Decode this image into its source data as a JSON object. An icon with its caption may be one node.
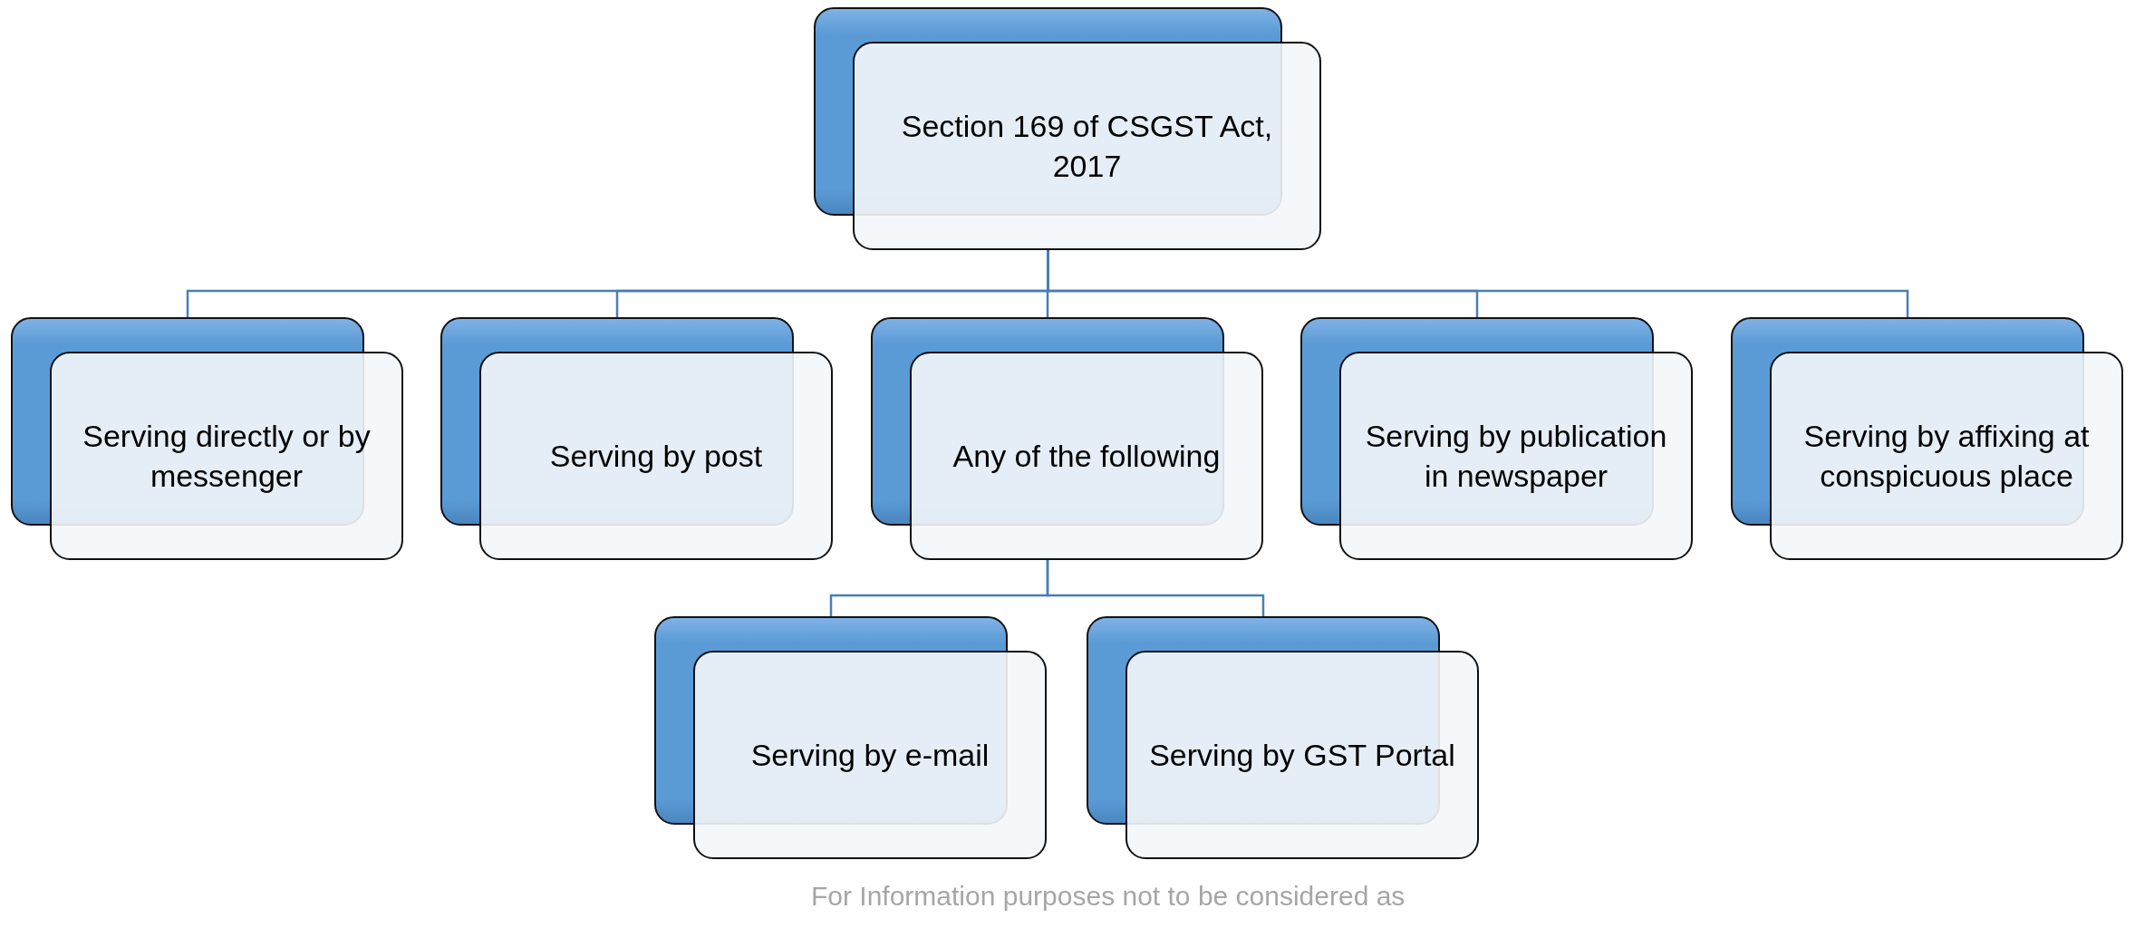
{
  "diagram": {
    "nodes": [
      {
        "text": [
          "Section 169 of CSGST Act, 2017"
        ]
      },
      {
        "text": [
          "Serving directly or by messenger"
        ]
      },
      {
        "text": [
          "Serving by post"
        ]
      },
      {
        "text": [
          "Any of the following"
        ]
      },
      {
        "text": [
          "Serving by publication in newspaper"
        ]
      },
      {
        "text": [
          "Serving by affixing at conspicuous place"
        ]
      },
      {
        "text": [
          "Serving by e-mail"
        ]
      },
      {
        "text": [
          "Serving by GST Portal"
        ]
      }
    ],
    "edges": [
      {
        "from": 0,
        "to": 1,
        "arrow": "none"
      },
      {
        "from": 0,
        "to": 2,
        "arrow": "none"
      },
      {
        "from": 0,
        "to": 3,
        "arrow": "none"
      },
      {
        "from": 0,
        "to": 4,
        "arrow": "none"
      },
      {
        "from": 0,
        "to": 5,
        "arrow": "none"
      },
      {
        "from": 3,
        "to": 6,
        "arrow": "none"
      },
      {
        "from": 3,
        "to": 7,
        "arrow": "none"
      }
    ],
    "labels": [
      "For Information purposes not to be considered as"
    ]
  }
}
